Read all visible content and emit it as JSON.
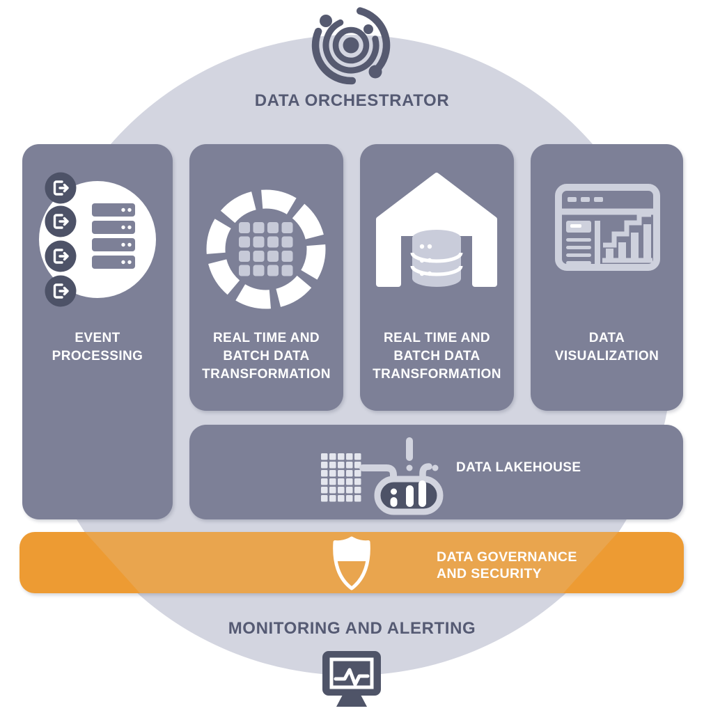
{
  "header": {
    "label": "DATA ORCHESTRATOR"
  },
  "footer": {
    "label": "MONITORING AND ALERTING"
  },
  "panels": {
    "event_processing": {
      "line1": "EVENT",
      "line2": "PROCESSING"
    },
    "transform_stream": {
      "line1": "REAL TIME AND",
      "line2": "BATCH DATA",
      "line3": "TRANSFORMATION"
    },
    "transform_warehouse": {
      "line1": "REAL TIME AND",
      "line2": "BATCH DATA",
      "line3": "TRANSFORMATION"
    },
    "data_visualization": {
      "line1": "DATA",
      "line2": "VISUALIZATION"
    }
  },
  "lakehouse": {
    "label": "DATA LAKEHOUSE"
  },
  "governance": {
    "line1": "DATA GOVERNANCE",
    "line2": "AND SECURITY"
  },
  "icons": {
    "top": "data-orchestrator-orbit-icon",
    "panel1": "event-servers-icon",
    "panel2": "stream-processing-ring-icon",
    "panel3": "warehouse-database-icon",
    "panel4": "dashboard-chart-icon",
    "lakehouse": "data-lake-funnel-icon",
    "governance": "shield-icon",
    "bottom": "monitoring-pulse-icon"
  },
  "colors": {
    "accent_orange": "#ED9B33",
    "accent_orange_light": "#E9A54E",
    "panel_gray": "#7D8097",
    "circle_gray": "#D3D5E0",
    "dark_slate": "#555A73",
    "icon_dark": "#4D5267",
    "icon_light": "#C9CCDA",
    "white": "#FFFFFF"
  }
}
